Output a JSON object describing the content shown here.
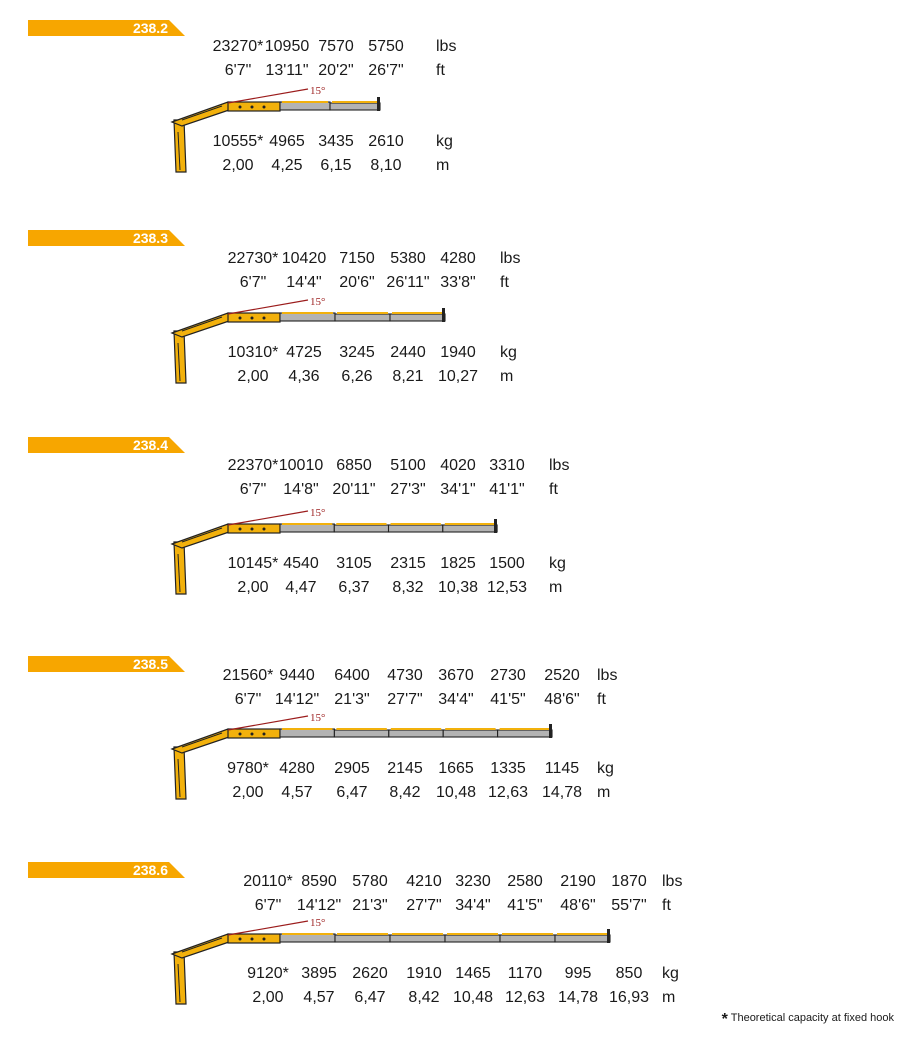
{
  "colors": {
    "accent": "#f7a600",
    "boom_yellow": "#f2b10c",
    "boom_gray": "#b3b3b3",
    "angle_line": "#9b1c1c"
  },
  "icons": {
    "crane": "crane-boom-diagram"
  },
  "footnote": {
    "star": "*",
    "text": "Theoretical capacity at fixed hook"
  },
  "models": [
    {
      "name": "238.2",
      "lbs": [
        "23270*",
        "10950",
        "7570",
        "5750"
      ],
      "ft": [
        "6'7\"",
        "13'11\"",
        "20'2\"",
        "26'7\""
      ],
      "kg": [
        "10555*",
        "4965",
        "3435",
        "2610"
      ],
      "m": [
        "2,00",
        "4,25",
        "6,15",
        "8,10"
      ],
      "units": {
        "lbs": "lbs",
        "ft": "ft",
        "kg": "kg",
        "m": "m"
      },
      "angle": "15°"
    },
    {
      "name": "238.3",
      "lbs": [
        "22730*",
        "10420",
        "7150",
        "5380",
        "4280"
      ],
      "ft": [
        "6'7\"",
        "14'4\"",
        "20'6\"",
        "26'11\"",
        "33'8\""
      ],
      "kg": [
        "10310*",
        "4725",
        "3245",
        "2440",
        "1940"
      ],
      "m": [
        "2,00",
        "4,36",
        "6,26",
        "8,21",
        "10,27"
      ],
      "units": {
        "lbs": "lbs",
        "ft": "ft",
        "kg": "kg",
        "m": "m"
      },
      "angle": "15°"
    },
    {
      "name": "238.4",
      "lbs": [
        "22370*",
        "10010",
        "6850",
        "5100",
        "4020",
        "3310"
      ],
      "ft": [
        "6'7\"",
        "14'8\"",
        "20'11\"",
        "27'3\"",
        "34'1\"",
        "41'1\""
      ],
      "kg": [
        "10145*",
        "4540",
        "3105",
        "2315",
        "1825",
        "1500"
      ],
      "m": [
        "2,00",
        "4,47",
        "6,37",
        "8,32",
        "10,38",
        "12,53"
      ],
      "units": {
        "lbs": "lbs",
        "ft": "ft",
        "kg": "kg",
        "m": "m"
      },
      "angle": "15°"
    },
    {
      "name": "238.5",
      "lbs": [
        "21560*",
        "9440",
        "6400",
        "4730",
        "3670",
        "2730",
        "2520"
      ],
      "ft": [
        "6'7\"",
        "14'12\"",
        "21'3\"",
        "27'7\"",
        "34'4\"",
        "41'5\"",
        "48'6\""
      ],
      "kg": [
        "9780*",
        "4280",
        "2905",
        "2145",
        "1665",
        "1335",
        "1145"
      ],
      "m": [
        "2,00",
        "4,57",
        "6,47",
        "8,42",
        "10,48",
        "12,63",
        "14,78"
      ],
      "units": {
        "lbs": "lbs",
        "ft": "ft",
        "kg": "kg",
        "m": "m"
      },
      "angle": "15°"
    },
    {
      "name": "238.6",
      "lbs": [
        "20110*",
        "8590",
        "5780",
        "4210",
        "3230",
        "2580",
        "2190",
        "1870"
      ],
      "ft": [
        "6'7\"",
        "14'12\"",
        "21'3\"",
        "27'7\"",
        "34'4\"",
        "41'5\"",
        "48'6\"",
        "55'7\""
      ],
      "kg": [
        "9120*",
        "3895",
        "2620",
        "1910",
        "1465",
        "1170",
        "995",
        "850"
      ],
      "m": [
        "2,00",
        "4,57",
        "6,47",
        "8,42",
        "10,48",
        "12,63",
        "14,78",
        "16,93"
      ],
      "units": {
        "lbs": "lbs",
        "ft": "ft",
        "kg": "kg",
        "m": "m"
      },
      "angle": "15°"
    }
  ]
}
